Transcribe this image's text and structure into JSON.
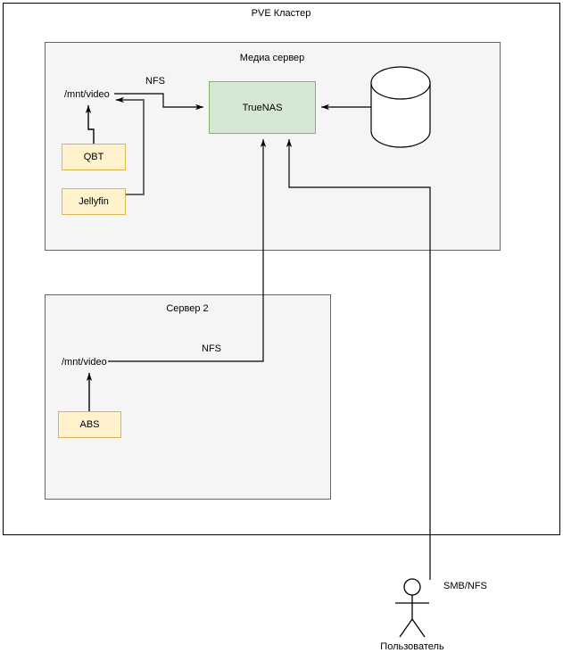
{
  "diagram": {
    "title": "PVE Кластер",
    "groups": [
      {
        "id": "media",
        "label": "Медиа сервер"
      },
      {
        "id": "server2",
        "label": "Сервер 2"
      }
    ],
    "nodes": [
      {
        "id": "truenas",
        "label": "TrueNAS",
        "shape": "rect",
        "fill": "#d5e8d4",
        "stroke": "#82b366"
      },
      {
        "id": "qbt",
        "label": "QBT",
        "shape": "rect",
        "fill": "#fff2cc",
        "stroke": "#d6b656"
      },
      {
        "id": "jellyfin",
        "label": "Jellyfin",
        "shape": "rect",
        "fill": "#fff2cc",
        "stroke": "#d6b656"
      },
      {
        "id": "abs",
        "label": "ABS",
        "shape": "rect",
        "fill": "#fff2cc",
        "stroke": "#d6b656"
      },
      {
        "id": "storage",
        "label": "",
        "shape": "cylinder",
        "fill": "#ffffff",
        "stroke": "#000000"
      },
      {
        "id": "user",
        "label": "Пользователь",
        "shape": "actor",
        "fill": "#ffffff",
        "stroke": "#000000"
      }
    ],
    "mounts": [
      {
        "id": "mount-media",
        "label": "/mnt/video"
      },
      {
        "id": "mount-server2",
        "label": "/mnt/video"
      }
    ],
    "edge_labels": [
      {
        "id": "nfs-media",
        "label": "NFS"
      },
      {
        "id": "nfs-server2",
        "label": "NFS"
      },
      {
        "id": "smb-nfs",
        "label": "SMB/NFS"
      }
    ],
    "colors": {
      "canvas": "#ffffff",
      "group_fill": "#f5f5f5",
      "group_stroke": "#666666",
      "outer_stroke": "#000000",
      "edge": "#000000",
      "edge_gray": "#666666",
      "green_fill": "#d5e8d4",
      "green_stroke": "#82b366",
      "yellow_fill": "#fff2cc",
      "yellow_stroke": "#d6b656"
    }
  }
}
